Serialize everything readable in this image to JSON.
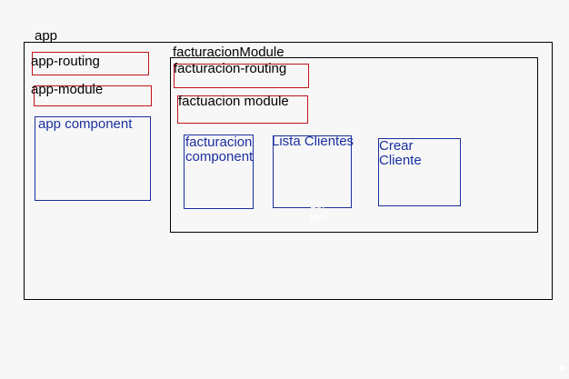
{
  "colors": {
    "background": "#f7f7f7",
    "container_border": "#000000",
    "routing_border": "#c0141a",
    "component_border": "#1a2fa0",
    "component_text": "#1a2fa0"
  },
  "app": {
    "title": "app",
    "routing": "app-routing",
    "module": "app-module",
    "component": "app component"
  },
  "facturacion": {
    "title": "facturacionModule",
    "routing": "facturacion-routing",
    "module": "factuacion module",
    "component_line1": "facturacion",
    "component_line2": "component",
    "lista": "Lista Clientes",
    "crear_line1": "Crear",
    "crear_line2": "Cliente",
    "faint_line1": "Lor",
    "faint_line2": "ipsi"
  }
}
